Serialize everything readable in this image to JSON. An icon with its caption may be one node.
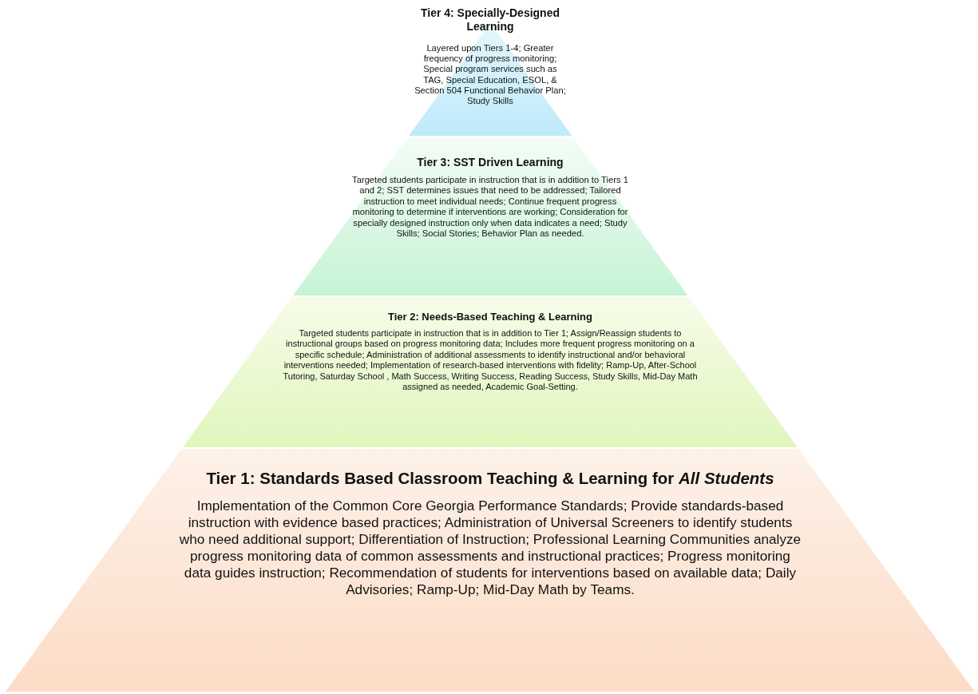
{
  "diagram": {
    "nodes": [
      {
        "text": [
          "Tier 4: Specially-Designed Learning",
          "Layered upon Tiers 1-4; Greater frequency of progress monitoring; Special program services such as TAG, Special Education, ESOL, & Section 504 Functional Behavior Plan; Study Skills"
        ]
      },
      {
        "text": [
          "Tier 3: SST Driven Learning",
          "Targeted students participate in instruction that is in addition to Tiers 1 and 2; SST determines issues that need to be addressed; Tailored instruction to meet individual needs; Continue frequent progress monitoring to determine if interventions are working; Consideration for specially designed instruction only when data indicates a need; Study Skills; Social Stories; Behavior Plan as needed."
        ]
      },
      {
        "text": [
          "Tier 2: Needs-Based Teaching & Learning",
          "Targeted students participate in instruction that is in addition to Tier 1; Assign/Reassign students to instructional groups based on progress monitoring data; Includes more frequent progress monitoring on a specific schedule; Administration of additional assessments to identify instructional and/or behavioral interventions needed; Implementation of research-based interventions with fidelity; Ramp-Up, After-School Tutoring, Saturday School , Math Success, Writing Success, Reading Success, Study Skills, Mid-Day Math assigned as needed, Academic Goal-Setting."
        ]
      },
      {
        "text": [
          "Tier 1: Standards Based Classroom Teaching & Learning for *All Students*",
          "Implementation of the Common Core Georgia Performance Standards; Provide standards-based instruction with evidence based practices; Administration of Universal Screeners to identify students who need additional support; Differentiation of Instruction; Professional Learning Communities analyze progress monitoring data of common assessments and instructional practices; Progress monitoring data guides instruction; Recommendation of students for interventions based on available data; Daily Advisories; Ramp-Up; Mid-Day Math by Teams."
        ]
      }
    ]
  }
}
